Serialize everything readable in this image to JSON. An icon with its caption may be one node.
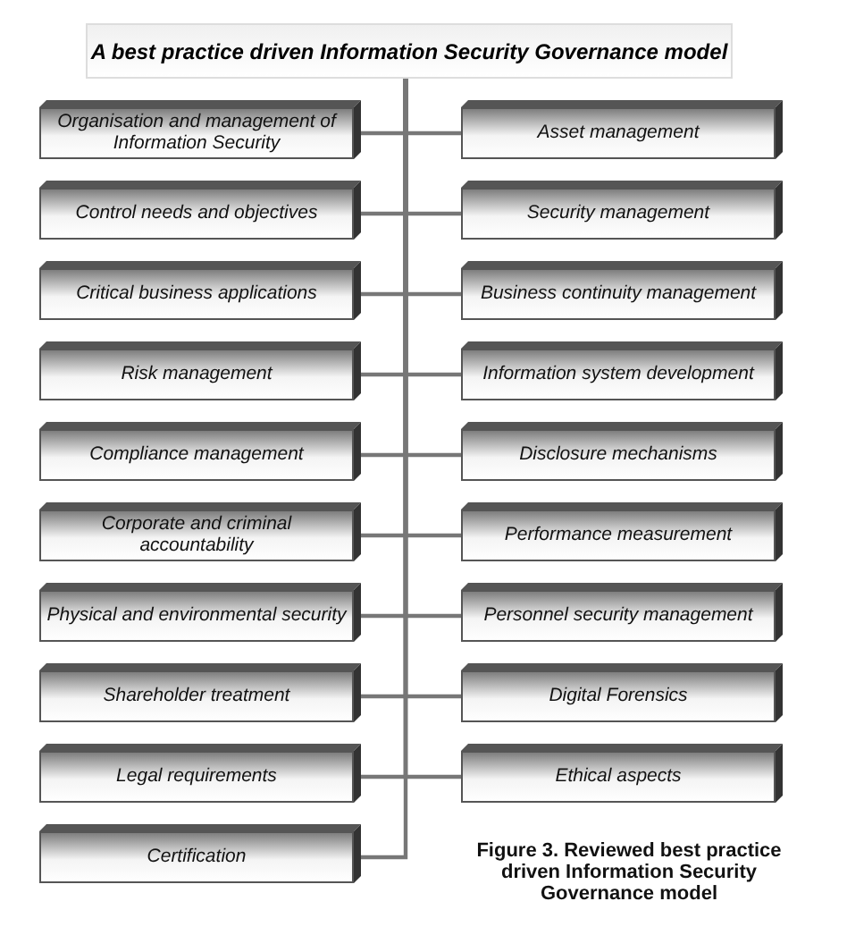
{
  "diagram": {
    "caption": "Figure 3. Reviewed best practice driven Information Security Governance model",
    "nodes": [
      {
        "text": [
          "A best practice driven Information Security Governance model"
        ]
      },
      {
        "text": [
          "Organisation and management of Information Security"
        ]
      },
      {
        "text": [
          "Asset management"
        ]
      },
      {
        "text": [
          "Control needs and objectives"
        ]
      },
      {
        "text": [
          "Security management"
        ]
      },
      {
        "text": [
          "Critical business applications"
        ]
      },
      {
        "text": [
          "Business continuity management"
        ]
      },
      {
        "text": [
          "Risk management"
        ]
      },
      {
        "text": [
          "Information system development"
        ]
      },
      {
        "text": [
          "Compliance management"
        ]
      },
      {
        "text": [
          "Disclosure mechanisms"
        ]
      },
      {
        "text": [
          "Corporate and criminal accountability"
        ]
      },
      {
        "text": [
          "Performance measurement"
        ]
      },
      {
        "text": [
          "Physical and environmental security"
        ]
      },
      {
        "text": [
          "Personnel security management"
        ]
      },
      {
        "text": [
          "Shareholder treatment"
        ]
      },
      {
        "text": [
          "Digital Forensics"
        ]
      },
      {
        "text": [
          "Legal requirements"
        ]
      },
      {
        "text": [
          "Ethical aspects"
        ]
      },
      {
        "text": [
          "Certification"
        ]
      }
    ],
    "edges": [
      {
        "from": 0,
        "to": 1,
        "arrow": "none"
      },
      {
        "from": 0,
        "to": 2,
        "arrow": "none"
      },
      {
        "from": 0,
        "to": 3,
        "arrow": "none"
      },
      {
        "from": 0,
        "to": 4,
        "arrow": "none"
      },
      {
        "from": 0,
        "to": 5,
        "arrow": "none"
      },
      {
        "from": 0,
        "to": 6,
        "arrow": "none"
      },
      {
        "from": 0,
        "to": 7,
        "arrow": "none"
      },
      {
        "from": 0,
        "to": 8,
        "arrow": "none"
      },
      {
        "from": 0,
        "to": 9,
        "arrow": "none"
      },
      {
        "from": 0,
        "to": 10,
        "arrow": "none"
      },
      {
        "from": 0,
        "to": 11,
        "arrow": "none"
      },
      {
        "from": 0,
        "to": 12,
        "arrow": "none"
      },
      {
        "from": 0,
        "to": 13,
        "arrow": "none"
      },
      {
        "from": 0,
        "to": 14,
        "arrow": "none"
      },
      {
        "from": 0,
        "to": 15,
        "arrow": "none"
      },
      {
        "from": 0,
        "to": 16,
        "arrow": "none"
      },
      {
        "from": 0,
        "to": 17,
        "arrow": "none"
      },
      {
        "from": 0,
        "to": 18,
        "arrow": "none"
      },
      {
        "from": 0,
        "to": 19,
        "arrow": "none"
      }
    ]
  }
}
